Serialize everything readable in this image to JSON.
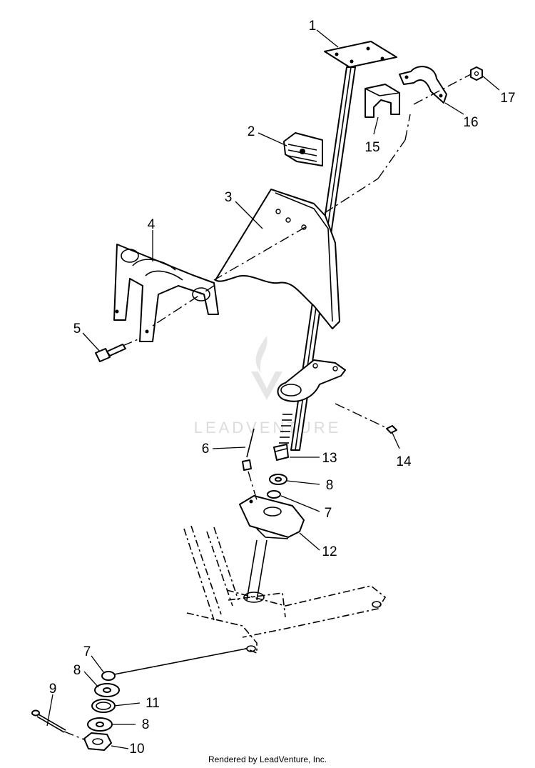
{
  "watermark": {
    "text": "LEADVENTURE",
    "color": "#d9d9d9"
  },
  "callouts": [
    {
      "id": "c1",
      "label": "1"
    },
    {
      "id": "c2",
      "label": "2"
    },
    {
      "id": "c3",
      "label": "3"
    },
    {
      "id": "c4",
      "label": "4"
    },
    {
      "id": "c5",
      "label": "5"
    },
    {
      "id": "c6",
      "label": "6"
    },
    {
      "id": "c7a",
      "label": "7"
    },
    {
      "id": "c7b",
      "label": "7"
    },
    {
      "id": "c8a",
      "label": "8"
    },
    {
      "id": "c8b",
      "label": "8"
    },
    {
      "id": "c8c",
      "label": "8"
    },
    {
      "id": "c9",
      "label": "9"
    },
    {
      "id": "c10",
      "label": "10"
    },
    {
      "id": "c11",
      "label": "11"
    },
    {
      "id": "c12",
      "label": "12"
    },
    {
      "id": "c13",
      "label": "13"
    },
    {
      "id": "c14",
      "label": "14"
    },
    {
      "id": "c15",
      "label": "15"
    },
    {
      "id": "c16",
      "label": "16"
    },
    {
      "id": "c17",
      "label": "17"
    }
  ],
  "footer": {
    "text": "Rendered by LeadVenture, Inc."
  }
}
